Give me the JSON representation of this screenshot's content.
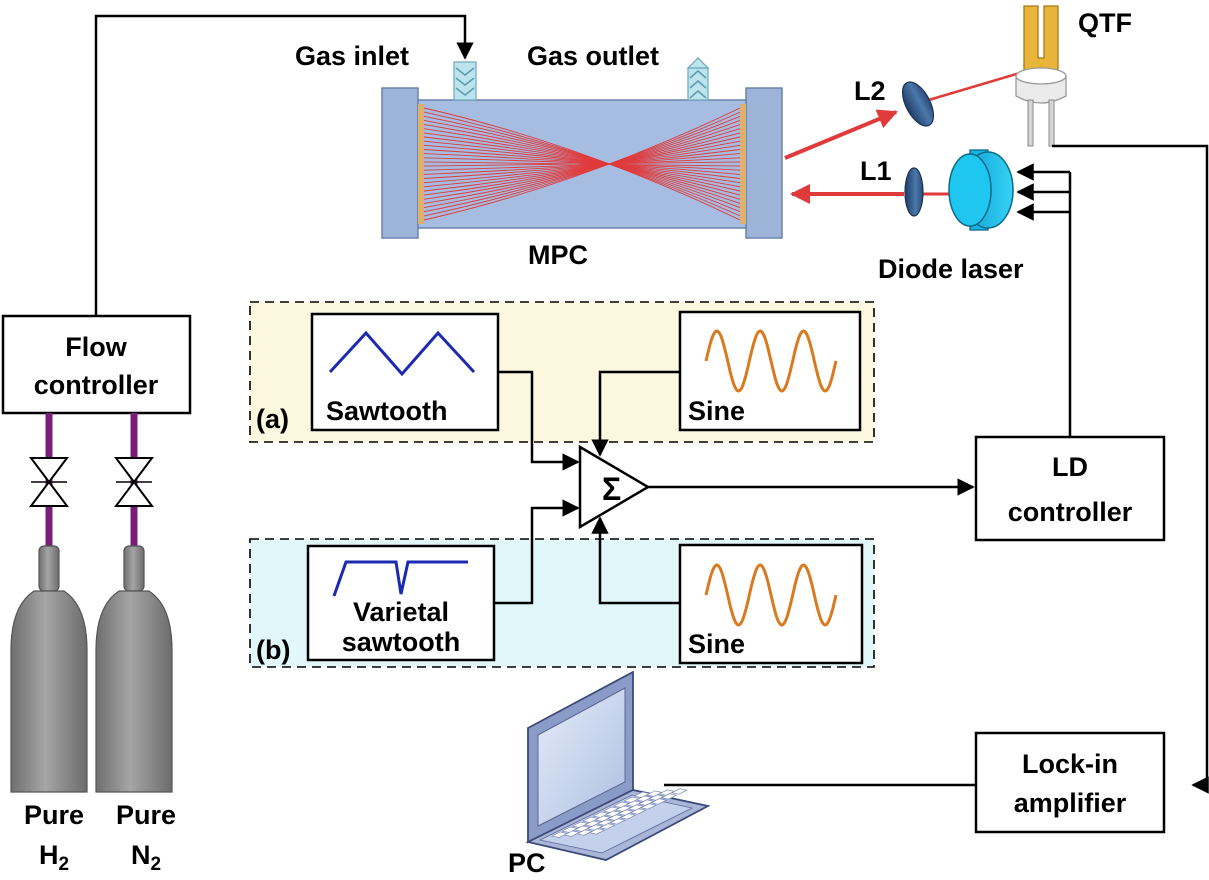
{
  "labels": {
    "gas_inlet": "Gas inlet",
    "gas_outlet": "Gas outlet",
    "qtf": "QTF",
    "l2": "L2",
    "l1": "L1",
    "mpc": "MPC",
    "diode_laser": "Diode laser",
    "flow_controller_line1": "Flow",
    "flow_controller_line2": "controller",
    "sawtooth": "Sawtooth",
    "sine_a": "Sine",
    "sine_b": "Sine",
    "varietal_line1": "Varietal",
    "varietal_line2": "sawtooth",
    "panel_a": "(a)",
    "panel_b": "(b)",
    "summer": "Σ",
    "ld_line1": "LD",
    "ld_line2": "controller",
    "lockin_line1": "Lock-in",
    "lockin_line2": "amplifier",
    "pc": "PC",
    "h2_pure": "Pure",
    "h2_formula": "H",
    "h2_sub": "2",
    "n2_pure": "Pure",
    "n2_formula": "N",
    "n2_sub": "2"
  },
  "colors": {
    "cell_body": "#9db3d8",
    "beam": "#e03a3a",
    "triangle_wave": "#1b2ab0",
    "sine_wave": "#d97a1e",
    "panel_a_bg": "#fbf8df",
    "panel_b_bg": "#e2f7fa",
    "laser": "#19c3ee",
    "gas_line": "#7a1f78",
    "cylinder": "#909090"
  }
}
